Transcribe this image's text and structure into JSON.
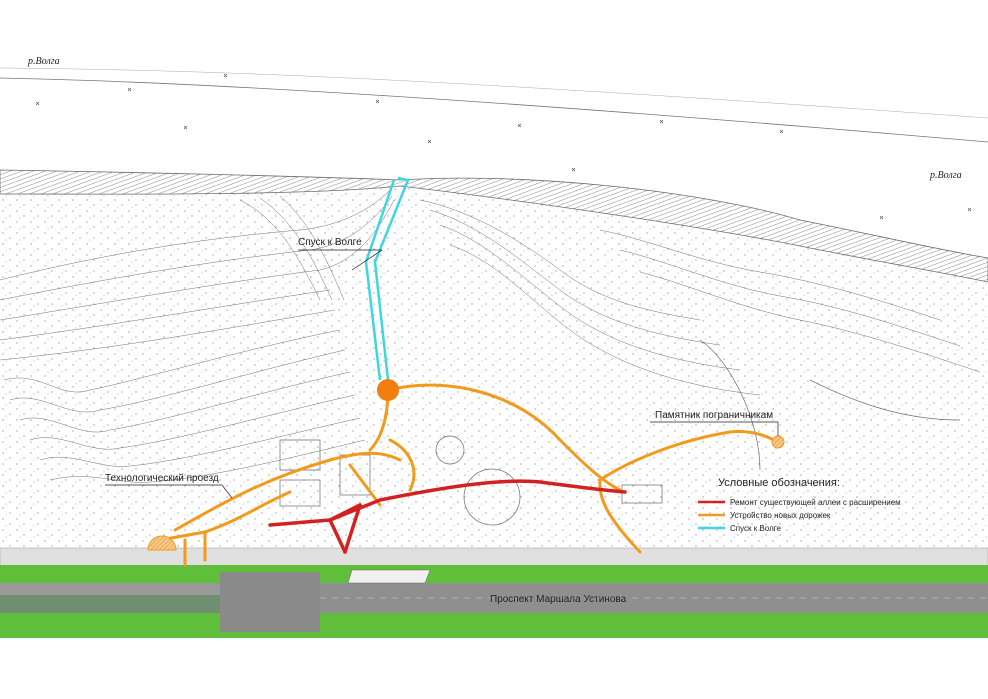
{
  "river_labels": [
    "р.Волга",
    "р.Волга"
  ],
  "labels": {
    "descent": "Спуск к Волге",
    "monument": "Памятник пограничникам",
    "tech_road": "Технологический проезд",
    "avenue": "Проспект Маршала Устинова"
  },
  "legend": {
    "title": "Условные обозначения:",
    "items": [
      {
        "label": "Ремонт существующей аллеи с расширением",
        "color": "#d42020"
      },
      {
        "label": "Устройство новых дорожек",
        "color": "#f39a1e"
      },
      {
        "label": "Спуск к Волге",
        "color": "#3fd6e0"
      }
    ]
  },
  "colors": {
    "repair": "#d42020",
    "new_paths": "#f39a1e",
    "descent": "#3fd6e0",
    "road": "#9a9a9a",
    "grass": "#5fbf3a",
    "bank": "#b8b8b8",
    "contour": "#6e6e6e"
  }
}
